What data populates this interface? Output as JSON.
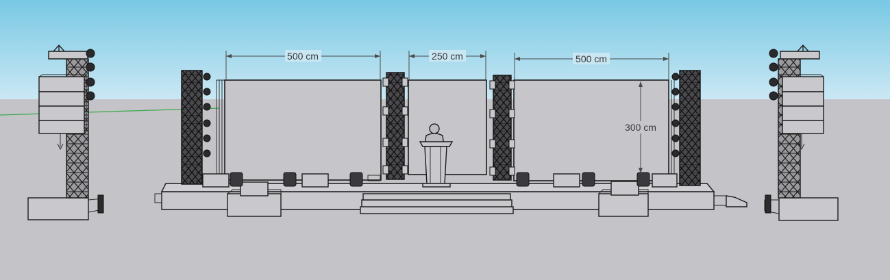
{
  "colors": {
    "sky_top": "#7ecbe6",
    "sky_bottom": "#c6e6f3",
    "ground": "#c4c3c8",
    "horizon_line": "#3aa84a",
    "outline": "#1c1c1c",
    "surface": "#c9c8cc"
  },
  "dimensions": {
    "left_screen_width": "500 cm",
    "center_screen_width": "250 cm",
    "right_screen_width": "500 cm",
    "screen_height": "300 cm"
  },
  "icons": [
    "speaker-tower-icon",
    "truss-icon",
    "podium-icon",
    "presenter-icon",
    "moving-head-light-icon",
    "stairs-icon"
  ]
}
